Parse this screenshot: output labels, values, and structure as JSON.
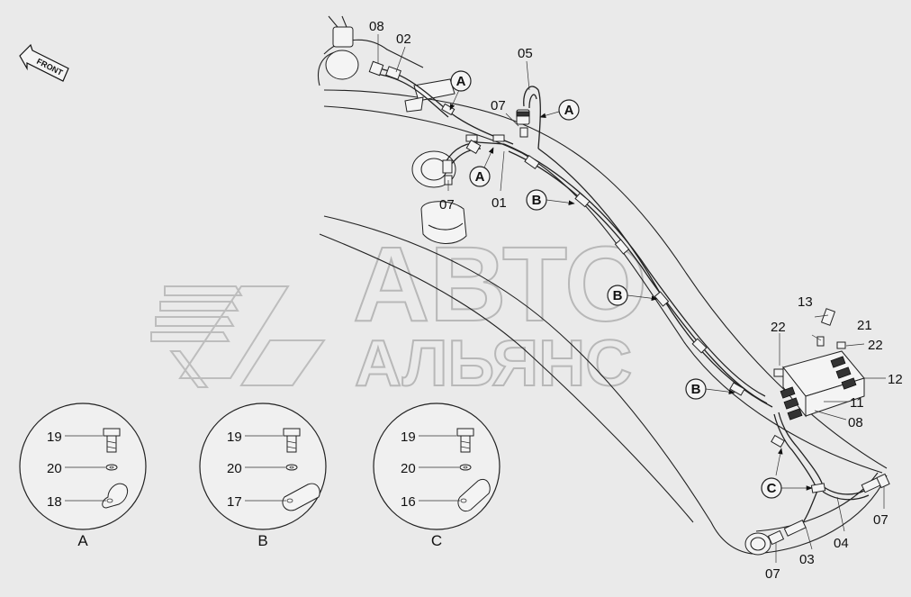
{
  "front_arrow": {
    "label": "FRONT"
  },
  "watermark": {
    "line1": "АВТО",
    "line2": "АЛЬЯНС"
  },
  "part_labels": {
    "p08_top": "08",
    "p02": "02",
    "p05": "05",
    "p07_mid": "07",
    "p07_left": "07",
    "p01": "01",
    "p13": "13",
    "p21": "21",
    "p22_right": "22",
    "p22_left": "22",
    "p12": "12",
    "p11": "11",
    "p08_bottom": "08",
    "p07_right": "07",
    "p04": "04",
    "p03": "03",
    "p07_bottom": "07"
  },
  "callouts": {
    "a1": "A",
    "a2": "A",
    "a3": "A",
    "b1": "B",
    "b2": "B",
    "b3": "B",
    "c1": "C"
  },
  "details": [
    {
      "letter": "A",
      "bolt": "19",
      "washer": "20",
      "clamp": "18"
    },
    {
      "letter": "B",
      "bolt": "19",
      "washer": "20",
      "clamp": "17"
    },
    {
      "letter": "C",
      "bolt": "19",
      "washer": "20",
      "clamp": "16"
    }
  ]
}
